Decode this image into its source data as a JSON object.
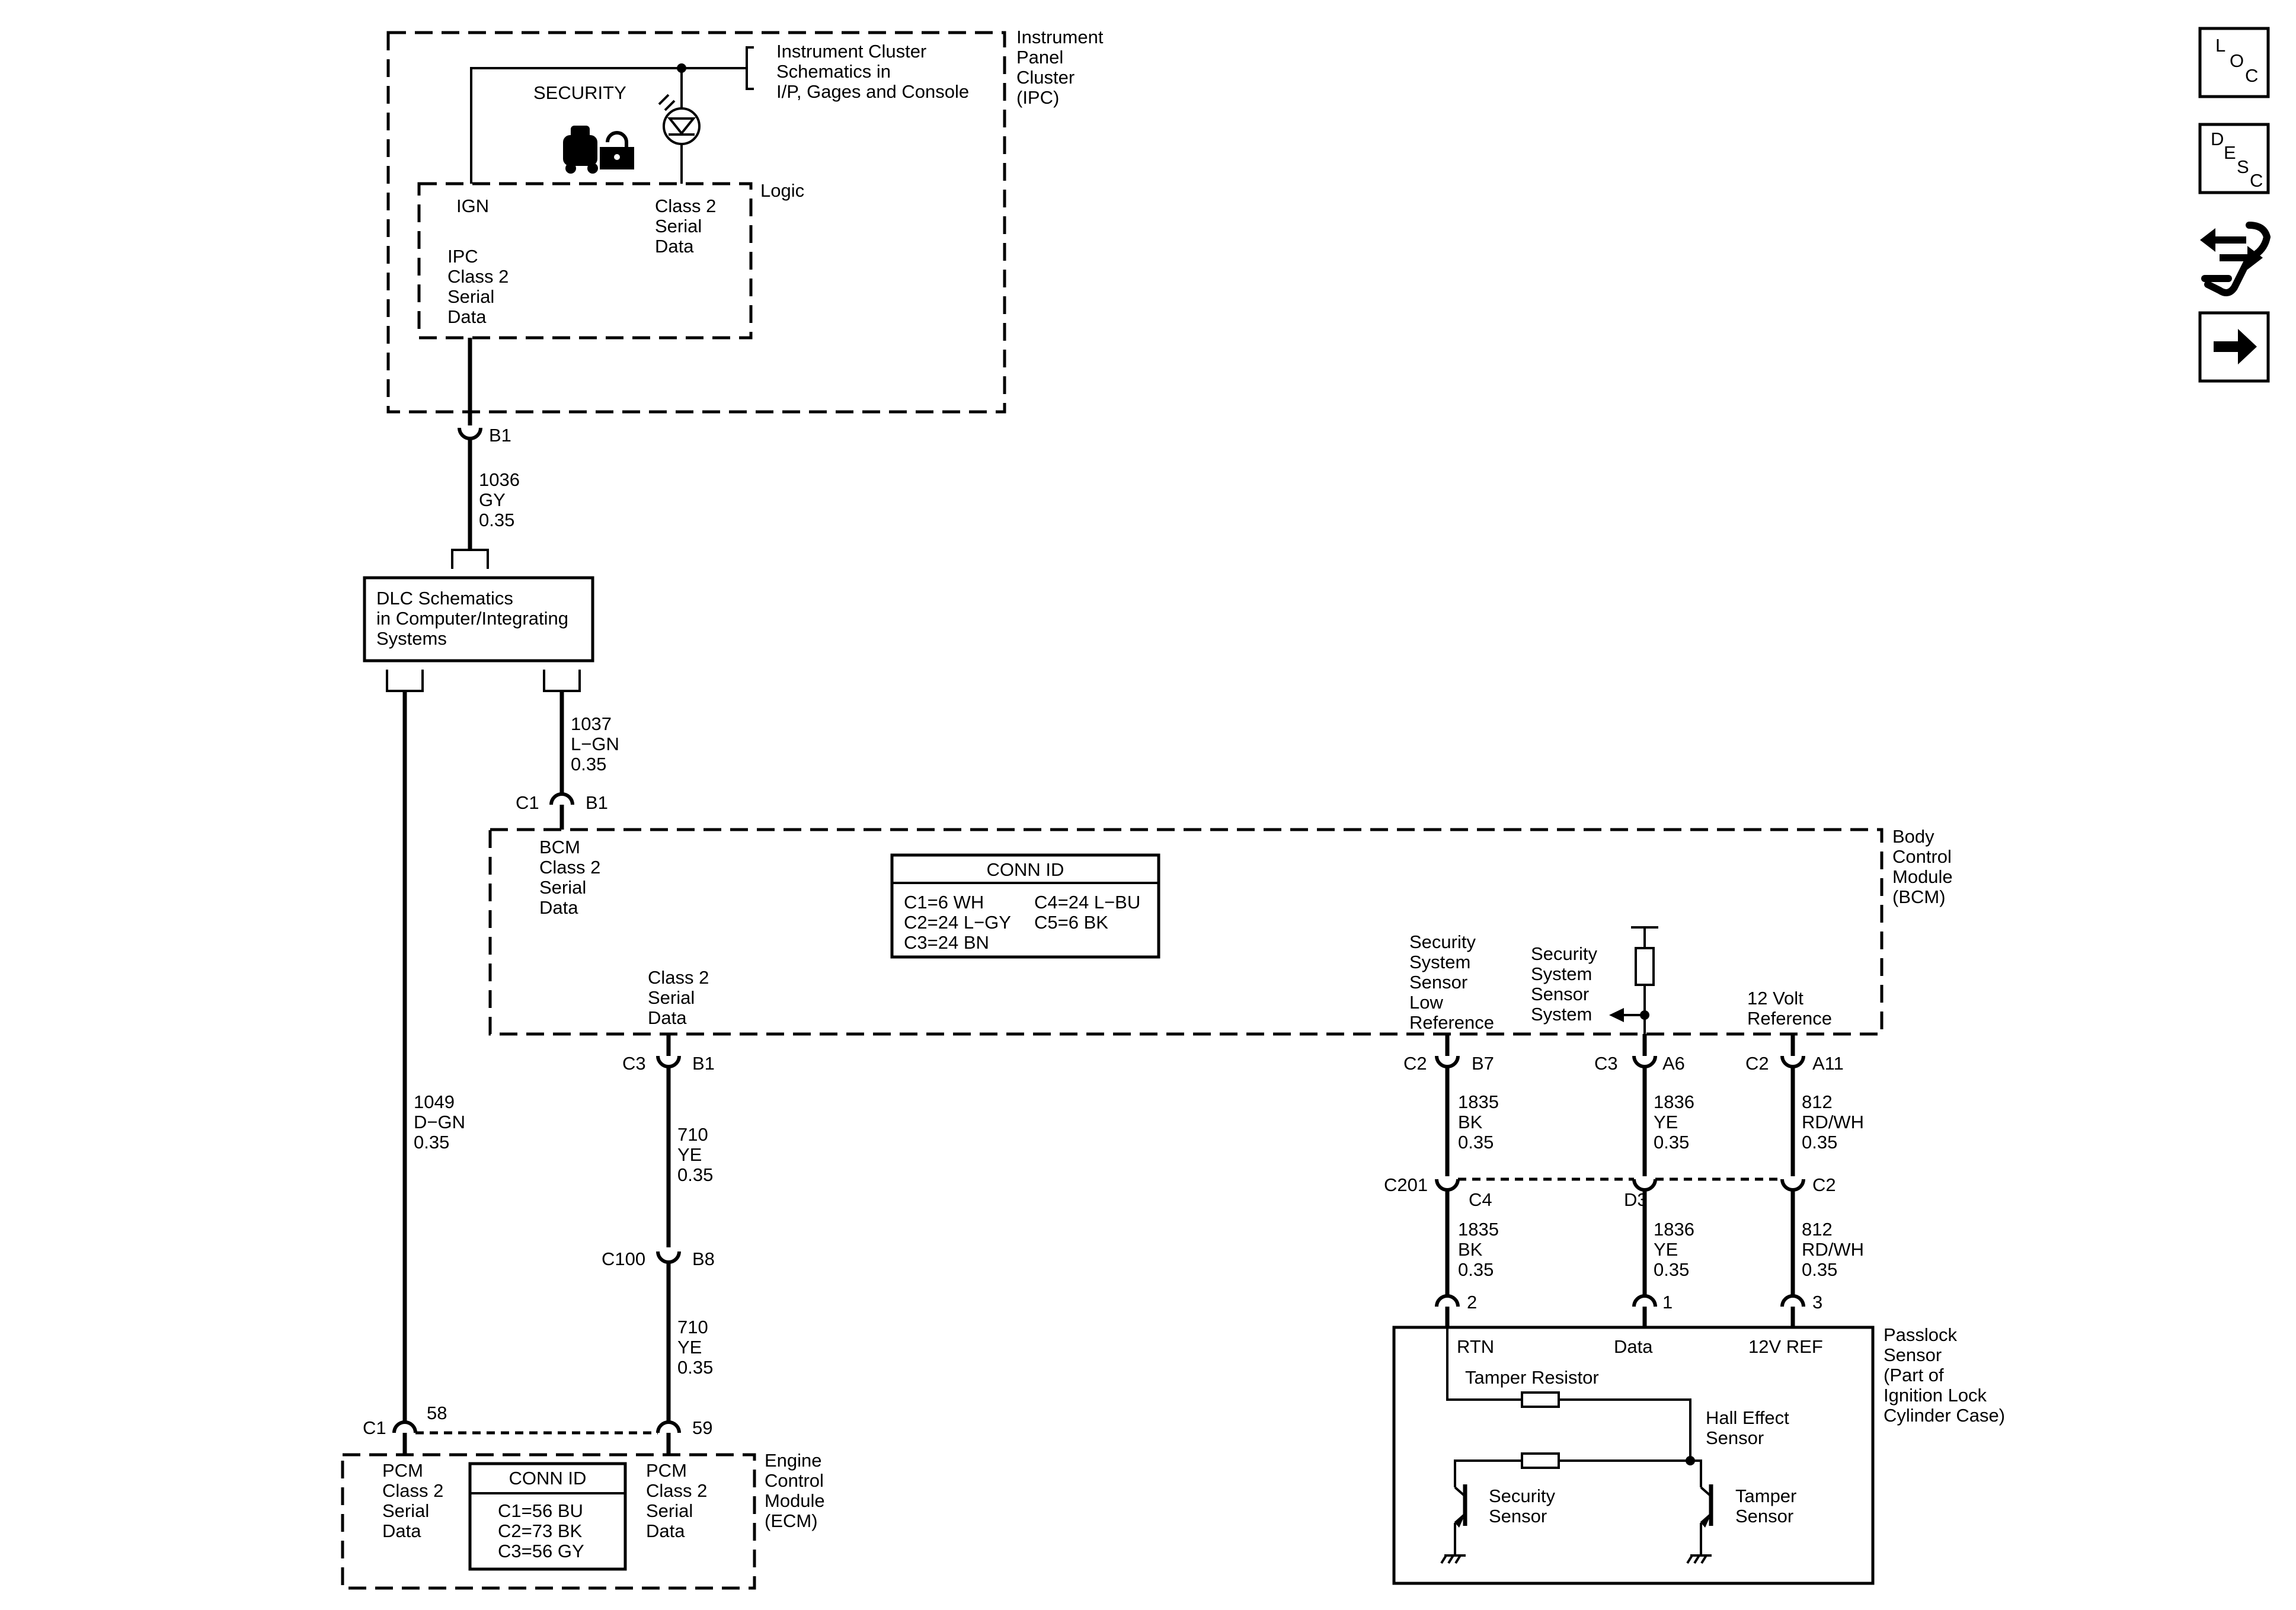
{
  "ipc": {
    "name": [
      "Instrument",
      "Panel",
      "Cluster",
      "(IPC)"
    ],
    "cluster_ref": [
      "Instrument Cluster",
      "Schematics in",
      "I/P, Gages and Console"
    ],
    "security_label": "SECURITY",
    "logic_label": "Logic",
    "ign_label": "IGN",
    "class2_label": [
      "Class 2",
      "Serial",
      "Data"
    ],
    "ipc_data_label": [
      "IPC",
      "Class 2",
      "Serial",
      "Data"
    ],
    "connector_pin": "B1"
  },
  "wires": {
    "w1036": [
      "1036",
      "GY",
      "0.35"
    ],
    "w1037": [
      "1037",
      "L−GN",
      "0.35"
    ],
    "w1049": [
      "1049",
      "D−GN",
      "0.35"
    ],
    "w710a": [
      "710",
      "YE",
      "0.35"
    ],
    "w710b": [
      "710",
      "YE",
      "0.35"
    ],
    "w1835a": [
      "1835",
      "BK",
      "0.35"
    ],
    "w1836a": [
      "1836",
      "YE",
      "0.35"
    ],
    "w812a": [
      "812",
      "RD/WH",
      "0.35"
    ],
    "w1835b": [
      "1835",
      "BK",
      "0.35"
    ],
    "w1836b": [
      "1836",
      "YE",
      "0.35"
    ],
    "w812b": [
      "812",
      "RD/WH",
      "0.35"
    ]
  },
  "dlc": {
    "label": [
      "DLC Schematics",
      "in Computer/Integrating",
      "Systems"
    ]
  },
  "bcm": {
    "name": [
      "Body",
      "Control",
      "Module",
      "(BCM)"
    ],
    "top_connector": [
      "C1",
      "B1"
    ],
    "bcm_data_label": [
      "BCM",
      "Class 2",
      "Serial",
      "Data"
    ],
    "conn_id_title": "CONN ID",
    "conn_ids_left": [
      "C1=6 WH",
      "C2=24 L−GY",
      "C3=24 BN"
    ],
    "conn_ids_right": [
      "C4=24 L−BU",
      "C5=6 BK"
    ],
    "class2_label": [
      "Class 2",
      "Serial",
      "Data"
    ],
    "low_ref_label": [
      "Security",
      "System",
      "Sensor",
      "Low",
      "Reference"
    ],
    "sensor_system_label": [
      "Security",
      "System",
      "Sensor",
      "System"
    ],
    "ref12_label": [
      "12 Volt",
      "Reference"
    ],
    "bottom_connectors": [
      [
        "C3",
        "B1"
      ],
      [
        "C2",
        "B7"
      ],
      [
        "C3",
        "A6"
      ],
      [
        "C2",
        "A11"
      ]
    ]
  },
  "c100": [
    "C100",
    "B8"
  ],
  "c201": {
    "name": "C201",
    "pins": [
      "C4",
      "D3",
      "C2"
    ]
  },
  "ecm": {
    "name": [
      "Engine",
      "Control",
      "Module",
      "(ECM)"
    ],
    "top_connector": [
      "C1",
      "58",
      "59"
    ],
    "pcm_label": [
      "PCM",
      "Class 2",
      "Serial",
      "Data"
    ],
    "conn_id_title": "CONN ID",
    "conn_ids": [
      "C1=56 BU",
      "C2=73 BK",
      "C3=56 GY"
    ]
  },
  "passlock": {
    "name": [
      "Passlock",
      "Sensor",
      "(Part of",
      "Ignition Lock",
      "Cylinder Case)"
    ],
    "pins": [
      "2",
      "1",
      "3"
    ],
    "pin_labels": [
      "RTN",
      "Data",
      "12V REF"
    ],
    "tamper_resistor": "Tamper Resistor",
    "hall_effect": [
      "Hall Effect",
      "Sensor"
    ],
    "security_sensor": [
      "Security",
      "Sensor"
    ],
    "tamper_sensor": [
      "Tamper",
      "Sensor"
    ]
  },
  "nav": {
    "loc": [
      "L",
      "O",
      "C"
    ],
    "desc": [
      "D",
      "E",
      "S",
      "C"
    ]
  }
}
